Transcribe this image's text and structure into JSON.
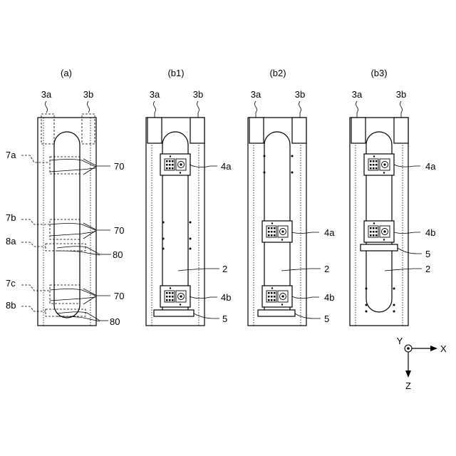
{
  "panels": {
    "a": {
      "title": "(a)"
    },
    "b1": {
      "title": "(b1)"
    },
    "b2": {
      "title": "(b2)"
    },
    "b3": {
      "title": "(b3)"
    }
  },
  "labels": {
    "3a": "3a",
    "3b": "3b",
    "7a": "7a",
    "7b": "7b",
    "7c": "7c",
    "8a": "8a",
    "8b": "8b",
    "70": "70",
    "80": "80",
    "4a": "4a",
    "4b": "4b",
    "2": "2",
    "5": "5"
  },
  "axes": {
    "x": "X",
    "y": "Y",
    "z": "Z"
  }
}
